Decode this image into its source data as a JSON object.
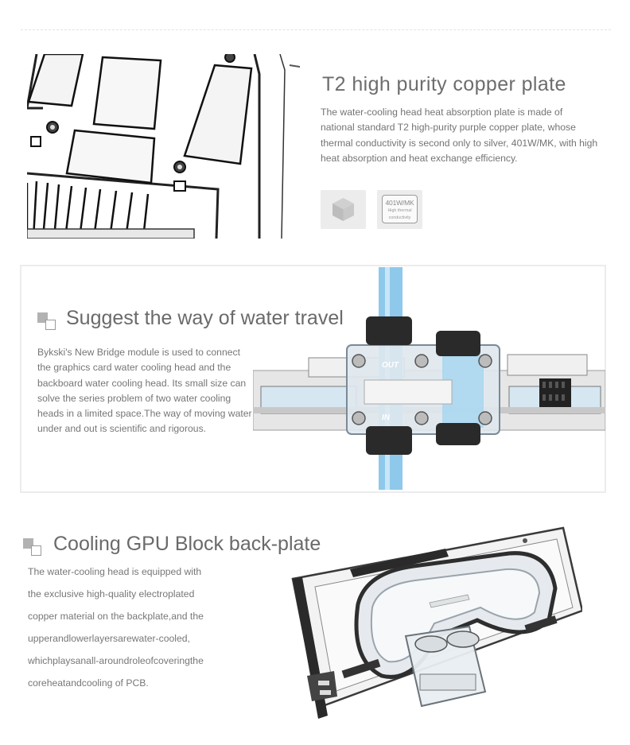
{
  "section1": {
    "title": "T2 high purity copper plate",
    "body": "The water-cooling head heat absorption plate is made of national standard T2 high-purity purple copper plate, whose thermal conductivity is second only to silver, 401W/MK, with high heat absorption and heat exchange efficiency.",
    "badge_value": "401W/MK",
    "badge_caption_line1": "High thermal",
    "badge_caption_line2": "conductivity",
    "icons": [
      "copper-cube-icon",
      "thermal-conductivity-icon"
    ]
  },
  "section2": {
    "title": "Suggest the way of water travel",
    "body": "Bykski's New Bridge module is used to connect the graphics card water cooling head and the backboard water cooling head. Its small size can solve the series problem of two water cooling heads in a limited space.The way of moving water under and out is scientific and rigorous.",
    "label_out": "OUT",
    "label_in": "IN"
  },
  "section3": {
    "title": "Cooling GPU Block back-plate",
    "body_lines": [
      "The water-cooling head is equipped with",
      "the exclusive high-quality electroplated",
      "copper material on the backplate,and the",
      "upperandlowerlayersarewater-cooled,",
      "whichplaysanall-aroundroleofcoveringthe",
      "coreheatandcooling of PCB."
    ]
  },
  "colors": {
    "title_gray": "#6d6d6d",
    "text_gray": "#747474",
    "tube_blue": "#8ec9ec",
    "frame_gray": "#ececec"
  }
}
